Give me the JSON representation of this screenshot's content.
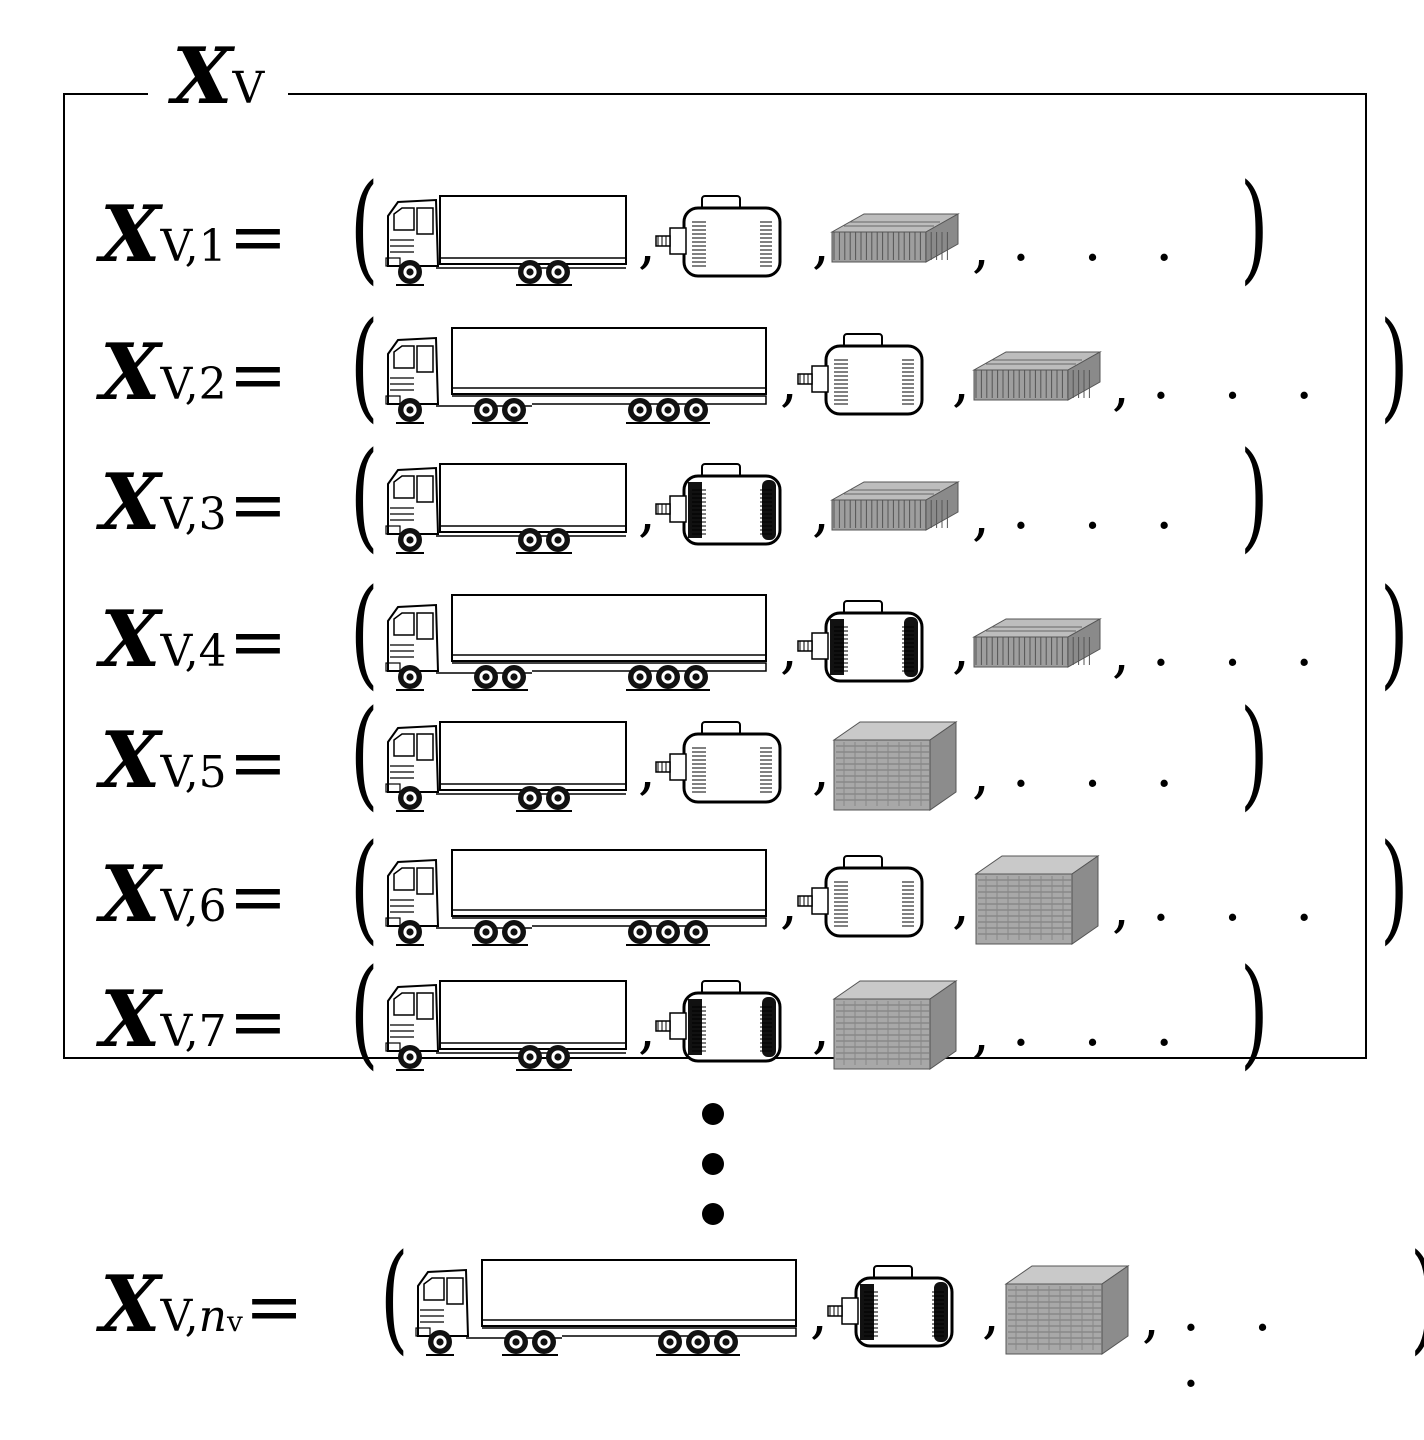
{
  "title": {
    "symbol": "X",
    "sub": "V"
  },
  "rows": [
    {
      "symbol": "X",
      "sub": "V,1",
      "eq": "=",
      "truck": "rigid",
      "motor": "light",
      "battery": "flat",
      "ellipsis": ". . ."
    },
    {
      "symbol": "X",
      "sub": "V,2",
      "eq": "=",
      "truck": "semi",
      "motor": "light",
      "battery": "flat",
      "ellipsis": ". . ."
    },
    {
      "symbol": "X",
      "sub": "V,3",
      "eq": "=",
      "truck": "rigid",
      "motor": "dark",
      "battery": "flat",
      "ellipsis": ". . ."
    },
    {
      "symbol": "X",
      "sub": "V,4",
      "eq": "=",
      "truck": "semi",
      "motor": "dark",
      "battery": "flat",
      "ellipsis": ". . ."
    },
    {
      "symbol": "X",
      "sub": "V,5",
      "eq": "=",
      "truck": "rigid",
      "motor": "light",
      "battery": "cube",
      "ellipsis": ". . ."
    },
    {
      "symbol": "X",
      "sub": "V,6",
      "eq": "=",
      "truck": "semi",
      "motor": "light",
      "battery": "cube",
      "ellipsis": ". . ."
    },
    {
      "symbol": "X",
      "sub": "V,7",
      "eq": "=",
      "truck": "rigid",
      "motor": "dark",
      "battery": "cube",
      "ellipsis": ". . ."
    }
  ],
  "last_row": {
    "symbol": "X",
    "sub": "V,",
    "sub_italic": "n",
    "sub_sub": "v",
    "eq": "=",
    "truck": "semi",
    "motor": "dark",
    "battery": "cube",
    "ellipsis": ". . ."
  },
  "punct": {
    "open": "(",
    "close": ")",
    "comma": ","
  },
  "icons": {
    "truck_rigid": "rigid-truck-icon",
    "truck_semi": "semi-trailer-truck-icon",
    "motor": "electric-motor-icon",
    "battery_flat": "battery-pack-flat-icon",
    "battery_cube": "battery-pack-cube-icon"
  }
}
